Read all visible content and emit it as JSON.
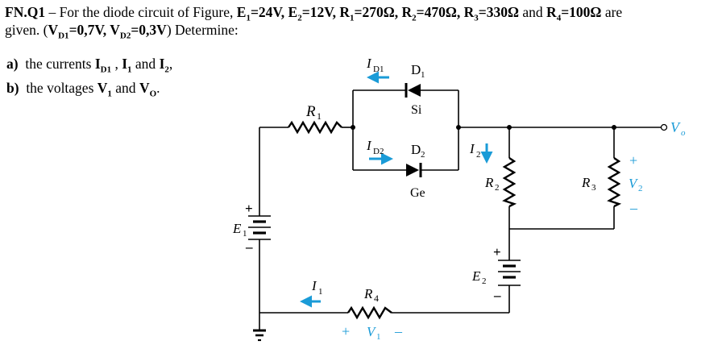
{
  "problem": {
    "id": "FN.Q1",
    "dash": " – ",
    "intro": "For the diode circuit of Figure, ",
    "values": [
      {
        "sym": "E",
        "sub": "1",
        "val": "=24V, "
      },
      {
        "sym": "E",
        "sub": "2",
        "val": "=12V, "
      },
      {
        "sym": "R",
        "sub": "1",
        "val": "=270Ω, "
      },
      {
        "sym": "R",
        "sub": "2",
        "val": "=470Ω, "
      },
      {
        "sym": "R",
        "sub": "3",
        "val": "=330Ω"
      },
      {
        "and": " and "
      },
      {
        "sym": "R",
        "sub": "4",
        "val": "=100Ω"
      }
    ],
    "line1_tail": " are",
    "line2_given": "given. (",
    "vd1": {
      "sym": "V",
      "sub": "D1",
      "val": "=0,7V, "
    },
    "vd2": {
      "sym": "V",
      "sub": "D2",
      "val": "=0,3V"
    },
    "line2_tail": ") Determine:"
  },
  "questions": [
    {
      "letter": "a)",
      "text": "the currents ",
      "p1": "I",
      "p1sub": "D1",
      "sep1": " , ",
      "p2": "I",
      "p2sub": "1",
      "sep2": " and ",
      "p3": "I",
      "p3sub": "2",
      "end": ","
    },
    {
      "letter": "b)",
      "text": "the voltages ",
      "p1": "V",
      "p1sub": "1",
      "sep1": " and ",
      "p2": "V",
      "p2sub": "O",
      "end": "."
    }
  ],
  "circuit": {
    "d1": {
      "name": "D",
      "sub": "1",
      "mat": "Si",
      "cur": "I",
      "cursub": "D1"
    },
    "d2": {
      "name": "D",
      "sub": "2",
      "mat": "Ge",
      "cur": "I",
      "cursub": "D2"
    },
    "r1": {
      "name": "R",
      "sub": "1"
    },
    "r2": {
      "name": "R",
      "sub": "2"
    },
    "r3": {
      "name": "R",
      "sub": "3"
    },
    "r4": {
      "name": "R",
      "sub": "4"
    },
    "e1": {
      "name": "E",
      "sub": "1",
      "plus": "+",
      "minus": "–"
    },
    "e2": {
      "name": "E",
      "sub": "2",
      "plus": "+",
      "minus": "–"
    },
    "i1": {
      "name": "I",
      "sub": "1"
    },
    "i2": {
      "name": "I",
      "sub": "2"
    },
    "v1": {
      "plus": "+",
      "name": "V",
      "sub": "1",
      "minus": "–"
    },
    "v2": {
      "plus": "+",
      "name": "V",
      "sub": "2",
      "minus": "–"
    },
    "vo": {
      "name": "V",
      "sub": "o"
    },
    "colors": {
      "current_arrow": "#1a9bd7",
      "wire": "#000000"
    }
  }
}
